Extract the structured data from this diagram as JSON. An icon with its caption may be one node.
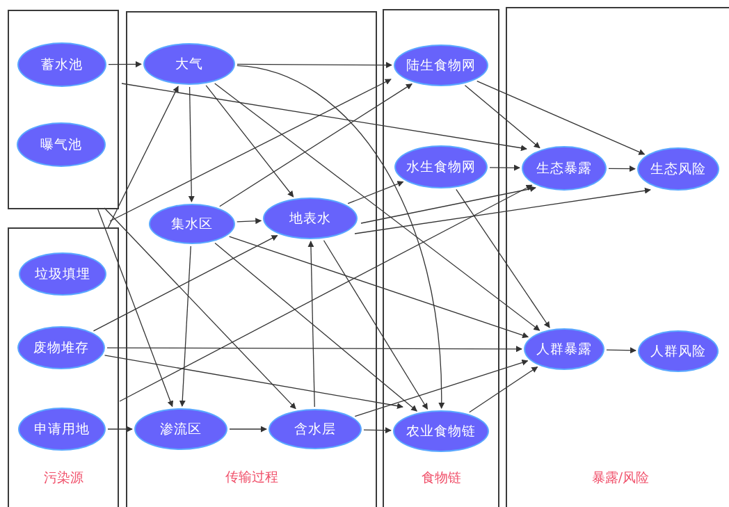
{
  "diagram": {
    "nodes": [
      {
        "text": [],
        "shape": "box"
      },
      {
        "text": [
          "蓄水池"
        ],
        "in": 0
      },
      {
        "text": [
          "曝气池"
        ],
        "in": 0
      },
      {
        "text": [
          "污染源"
        ]
      },
      {
        "text": [
          "垃圾填埋"
        ],
        "in": 3
      },
      {
        "text": [
          "废物堆存"
        ],
        "in": 3
      },
      {
        "text": [
          "申请用地"
        ],
        "in": 3
      },
      {
        "text": [
          "传输过程"
        ]
      },
      {
        "text": [
          "大气"
        ],
        "in": 7
      },
      {
        "text": [
          "集水区"
        ],
        "in": 7
      },
      {
        "text": [
          "地表水"
        ],
        "in": 7
      },
      {
        "text": [
          "渗流区"
        ],
        "in": 7
      },
      {
        "text": [
          "含水层"
        ],
        "in": 7
      },
      {
        "text": [
          "食物链"
        ]
      },
      {
        "text": [
          "陆生食物网"
        ],
        "in": 13
      },
      {
        "text": [
          "水生食物网"
        ],
        "in": 13
      },
      {
        "text": [
          "农业食物链"
        ],
        "in": 13
      },
      {
        "text": [
          "暴露/风险"
        ]
      },
      {
        "text": [
          "生态暴露"
        ],
        "in": 17
      },
      {
        "text": [
          "生态风险"
        ],
        "in": 17
      },
      {
        "text": [
          "人群暴露"
        ],
        "in": 17
      },
      {
        "text": [
          "人群风险"
        ],
        "in": 17
      }
    ],
    "edges": [
      {
        "from": 1,
        "to": 8,
        "arrow": "to"
      },
      {
        "from": 0,
        "to": 18,
        "arrow": "to"
      },
      {
        "from": 0,
        "to": 11,
        "arrow": "to"
      },
      {
        "from": 0,
        "to": 12,
        "arrow": "to"
      },
      {
        "from": 3,
        "to": 8,
        "arrow": "to"
      },
      {
        "from": 3,
        "to": 14,
        "arrow": "to"
      },
      {
        "from": 5,
        "to": 10,
        "arrow": "to"
      },
      {
        "from": 5,
        "to": 20,
        "arrow": "to"
      },
      {
        "from": 5,
        "to": 16,
        "arrow": "to"
      },
      {
        "from": 3,
        "to": 18,
        "arrow": "to"
      },
      {
        "from": 6,
        "to": 11,
        "arrow": "to"
      },
      {
        "from": 8,
        "to": 14,
        "arrow": "to"
      },
      {
        "from": 8,
        "to": 9,
        "arrow": "to"
      },
      {
        "from": 8,
        "to": 10,
        "arrow": "to"
      },
      {
        "from": 8,
        "to": 20,
        "arrow": "to"
      },
      {
        "from": 8,
        "to": 16,
        "arrow": "to"
      },
      {
        "from": 9,
        "to": 14,
        "arrow": "to"
      },
      {
        "from": 9,
        "to": 10,
        "arrow": "to"
      },
      {
        "from": 9,
        "to": 11,
        "arrow": "to"
      },
      {
        "from": 9,
        "to": 20,
        "arrow": "to"
      },
      {
        "from": 9,
        "to": 16,
        "arrow": "to"
      },
      {
        "from": 10,
        "to": 15,
        "arrow": "to"
      },
      {
        "from": 10,
        "to": 18,
        "arrow": "to"
      },
      {
        "from": 10,
        "to": 19,
        "arrow": "to"
      },
      {
        "from": 10,
        "to": 16,
        "arrow": "to"
      },
      {
        "from": 11,
        "to": 12,
        "arrow": "to"
      },
      {
        "from": 12,
        "to": 10,
        "arrow": "to"
      },
      {
        "from": 12,
        "to": 16,
        "arrow": "to"
      },
      {
        "from": 12,
        "to": 20,
        "arrow": "to"
      },
      {
        "from": 14,
        "to": 18,
        "arrow": "to"
      },
      {
        "from": 14,
        "to": 19,
        "arrow": "to"
      },
      {
        "from": 15,
        "to": 18,
        "arrow": "to"
      },
      {
        "from": 15,
        "to": 20,
        "arrow": "to"
      },
      {
        "from": 16,
        "to": 20,
        "arrow": "to"
      },
      {
        "from": 18,
        "to": 19,
        "arrow": "to"
      },
      {
        "from": 20,
        "to": 21,
        "arrow": "to"
      }
    ]
  }
}
